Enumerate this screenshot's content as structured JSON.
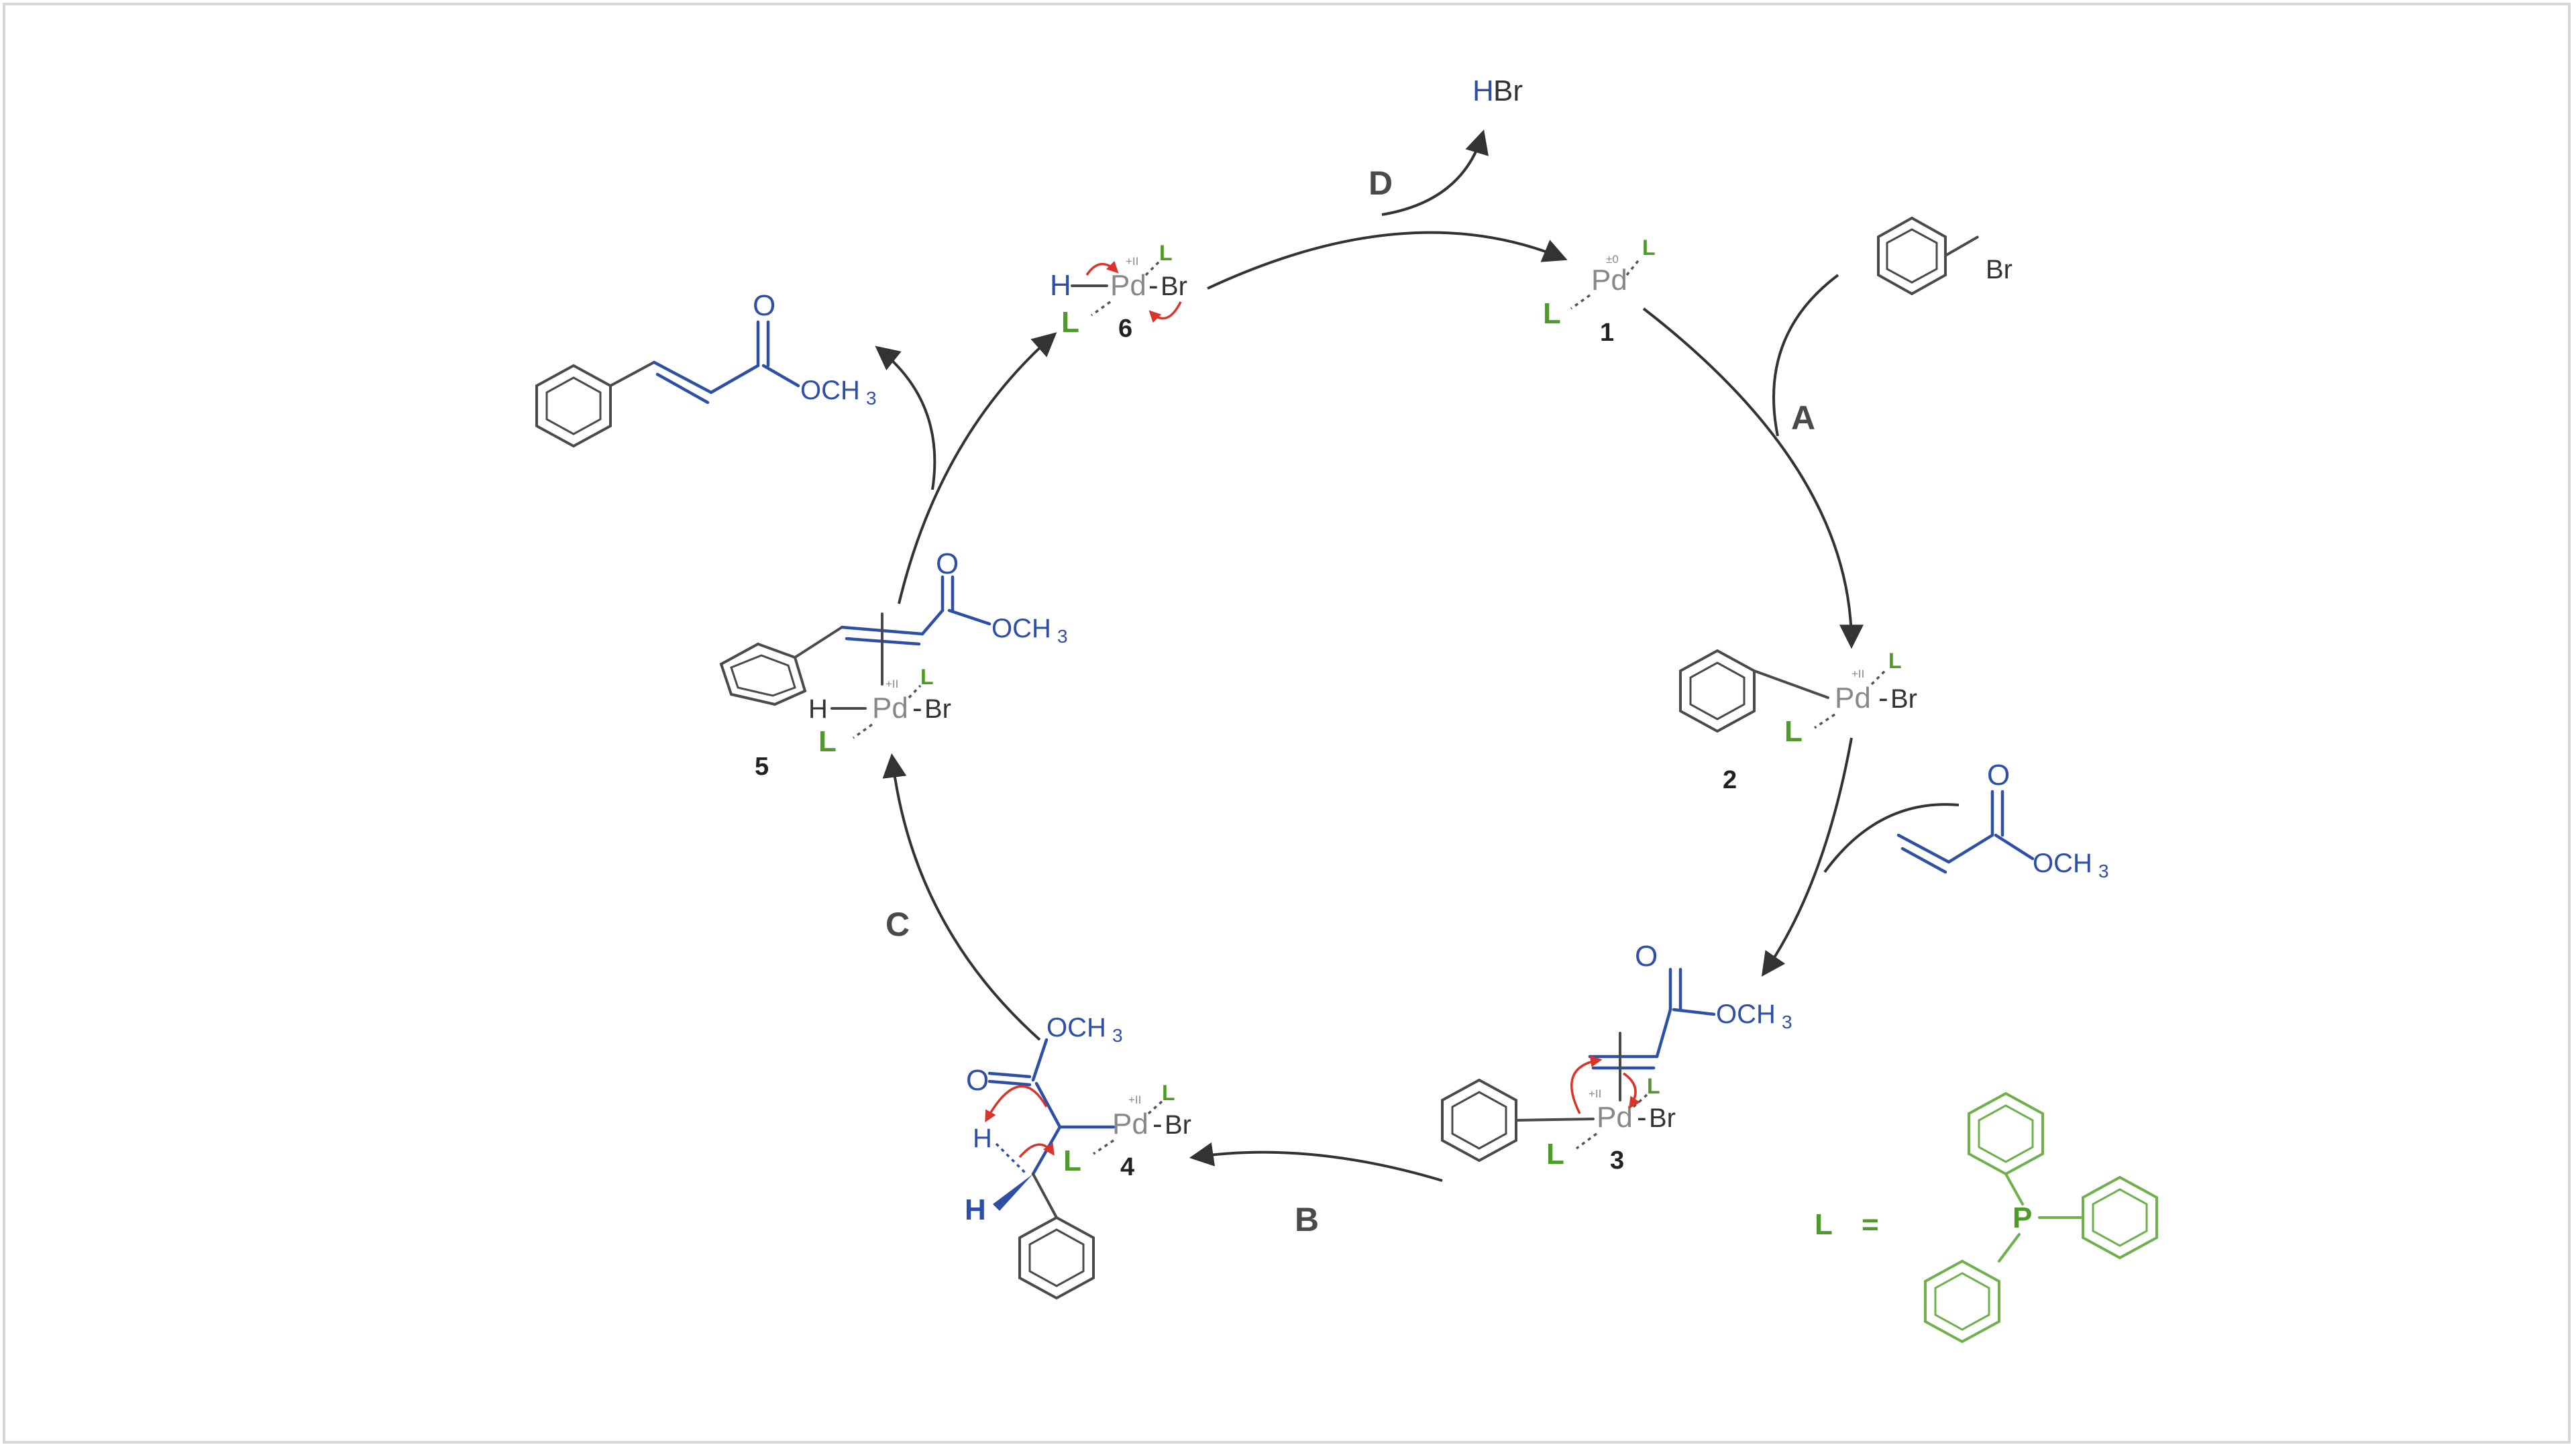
{
  "colors": {
    "black": "#333333",
    "bond_grey": "#4a4a4a",
    "blue": "#2e4fa3",
    "ligand_green": "#4f9a2a",
    "ligand_light_green": "#6fb04c",
    "mechanism_red": "#d9342b",
    "frame_border": "#d6d6d6"
  },
  "steps": {
    "A": "A",
    "B": "B",
    "C": "C",
    "D": "D"
  },
  "numbers": {
    "c1": "1",
    "c2": "2",
    "c3": "3",
    "c4": "4",
    "c5": "5",
    "c6": "6"
  },
  "atoms": {
    "pd": "Pd",
    "br": "Br",
    "h": "H",
    "o": "O",
    "och3": "OCH",
    "sub3": "3",
    "l": "L",
    "p": "P",
    "hbr_h": "H",
    "hbr_br": "Br"
  },
  "oxidation": {
    "zero": "±0",
    "two": "+II"
  },
  "legend": {
    "ligand_symbol": "L",
    "equals": "="
  }
}
